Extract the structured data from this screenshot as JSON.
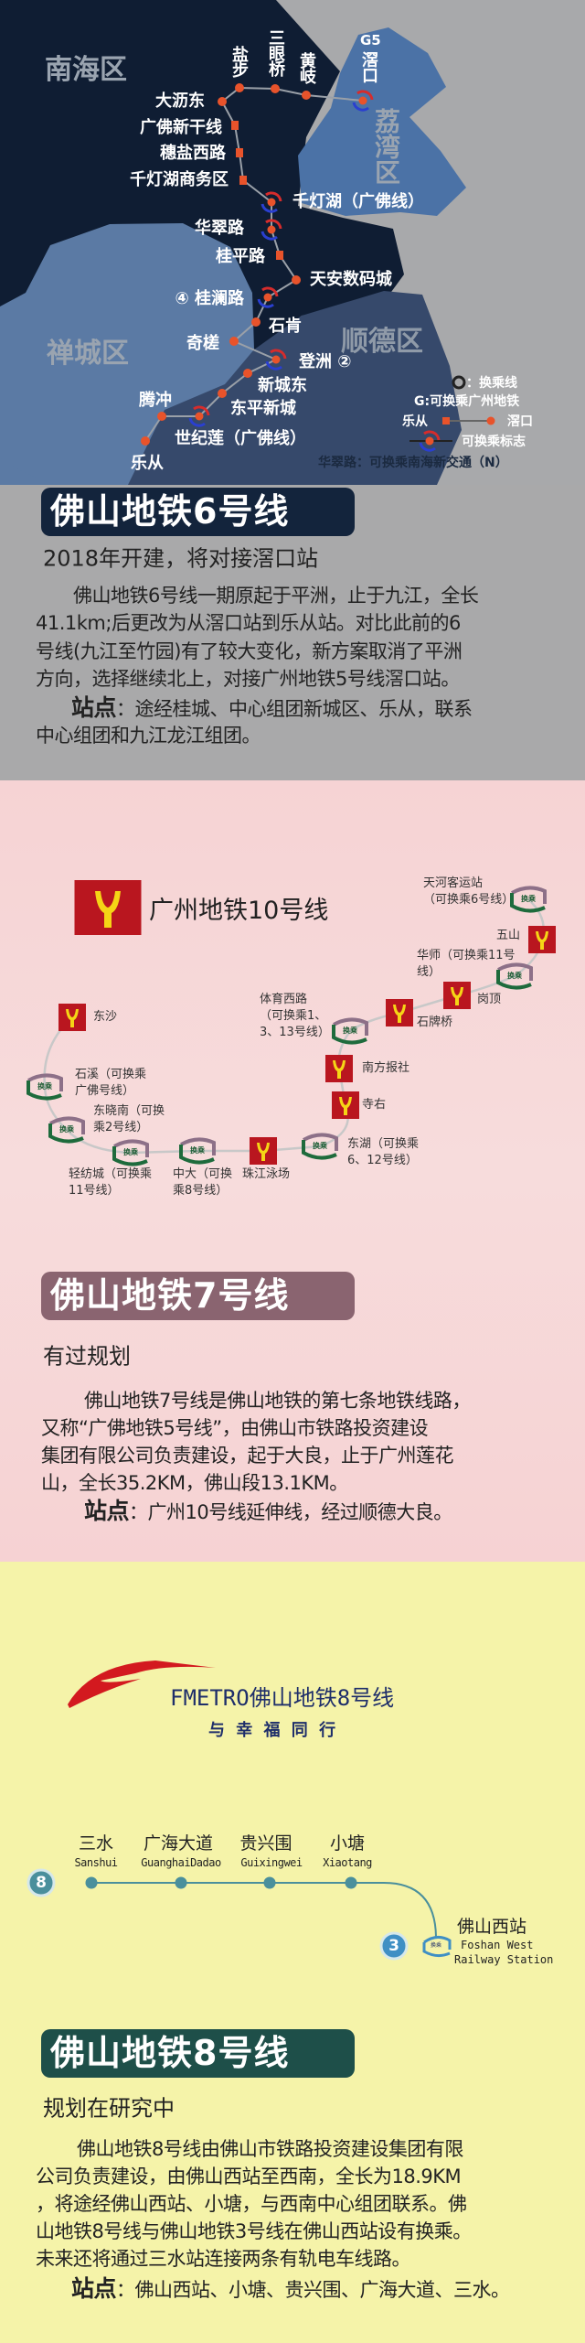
{
  "line6": {
    "map": {
      "regions": {
        "nanhai": "南海区",
        "liwan": "荔湾区",
        "chancheng": "禅城区",
        "shunde": "顺德区"
      },
      "stations": {
        "yanbu": "盐步",
        "sanyanqiao": "三眼桥",
        "huangqi": "黄岐",
        "g5": "G5",
        "jiaokou": "滘口",
        "dalidong": "大沥东",
        "guangfoxinganxian": "广佛新干线",
        "suiyanxilu": "穗盐西路",
        "qiandenghu_cbd": "千灯湖商务区",
        "qiandenghu": "千灯湖（广佛线）",
        "huacuilu": "华翠路",
        "guipinglu": "桂平路",
        "tiananshumacheng": "天安数码城",
        "guilanlu_num": "④",
        "guilanlu": "桂澜路",
        "shiken": "石肯",
        "qicha": "奇槎",
        "dengzhou": "登洲",
        "dengzhou_num": "②",
        "xinchengdong": "新城东",
        "dongpingxincheng": "东平新城",
        "tengchong": "腾冲",
        "shijilian": "世纪莲（广佛线）",
        "lecong": "乐从"
      },
      "legend": {
        "transfer_line": "：换乘线",
        "guangzhou": "G:可换乘广州地铁",
        "from": "乐从",
        "to": "滘口",
        "transfer_mark": "可换乘标志",
        "note": "华翠路：可换乘南海新交通（N）"
      }
    },
    "title": "佛山地铁6号线",
    "subtitle": "2018年开建，将对接滘口站",
    "body": [
      "佛山地铁6号线一期原起于平洲，止于九江，全长",
      "41.1km;后更改为从滘口站到乐从站。对比此前的6",
      "号线(九江至竹园)有了较大变化，新方案取消了平洲",
      "方向，选择继续北上，对接广州地铁5号线滘口站。"
    ],
    "stations_label": "站点",
    "stations_text": "：途经桂城、中心组团新城区、乐从，联系",
    "stations_text2": "中心组团和九江龙江组团。"
  },
  "line7": {
    "map": {
      "title": "广州地铁10号线",
      "transfer_badge": "换乘",
      "stations": {
        "tianhe": [
          "天河客运站",
          "（可换乘6号线）"
        ],
        "wushan": "五山",
        "huashi": [
          "华师（可换乘11号",
          "线）"
        ],
        "gangding": "岗顶",
        "shipaiqiao": "石牌桥",
        "tiyuxilu": [
          "体育西路",
          "（可换乘1、",
          "3、13号线）"
        ],
        "nanfangbaoshe": "南方报社",
        "siyou": "寺右",
        "donghu": [
          "东湖（可换乘",
          "6、12号线）"
        ],
        "zhujiangyongchang": "珠江泳场",
        "zhongda": [
          "中大（可换",
          "乘8号线）"
        ],
        "qingfangcheng": [
          "轻纺城（可换乘",
          "11号线）"
        ],
        "dongxiaonan": [
          "东晓南（可换",
          "乘2号线）"
        ],
        "shixi": [
          "石溪（可换乘",
          "广佛号线）"
        ],
        "dongsha": "东沙"
      }
    },
    "title": "佛山地铁7号线",
    "subtitle": "有过规划",
    "body": [
      "佛山地铁7号线是佛山地铁的第七条地铁线路，",
      "又称“广佛地铁5号线”，由佛山市铁路投资建设",
      "集团有限公司负责建设，起于大良，止于广州莲花",
      "山，全长35.2KM，佛山段13.1KM。"
    ],
    "stations_label": "站点",
    "stations_text": "：广州10号线延伸线，经过顺德大良。"
  },
  "line8": {
    "map": {
      "brand": "FMETRO佛山地铁8号线",
      "slogan": "与 幸 福 同 行",
      "line_number": "8",
      "transfer_line_number": "3",
      "transfer_badge": "换乘",
      "stations": [
        {
          "cn": "三水",
          "en": "Sanshui"
        },
        {
          "cn": "广海大道",
          "en": "GuanghaiDadao"
        },
        {
          "cn": "贵兴围",
          "en": "Guixingwei"
        },
        {
          "cn": "小塘",
          "en": "Xiaotang"
        }
      ],
      "terminal": {
        "cn": "佛山西站",
        "en1": "Foshan West",
        "en2": "Railway Station"
      }
    },
    "title": "佛山地铁8号线",
    "subtitle": "规划在研究中",
    "body": [
      "佛山地铁8号线由佛山市铁路投资建设集团有限",
      "公司负责建设，由佛山西站至西南，全长为18.9KM",
      "，将途经佛山西站、小塘，与西南中心组团联系。佛",
      "山地铁8号线与佛山地铁3号线在佛山西站设有换乘。",
      "未来还将通过三水站连接两条有轨电车线路。"
    ],
    "stations_label": "站点",
    "stations_text": "：佛山西站、小塘、贵兴围、广海大道、三水。"
  },
  "colors": {
    "line6_badge": "#13243c",
    "line7_badge": "#8a6470",
    "line8_badge": "#1e4f49",
    "station_dot": "#e8532b",
    "gz_red": "#b9161f",
    "gz_yellow": "#f5d516",
    "line8_teal": "#4a8f9c"
  }
}
